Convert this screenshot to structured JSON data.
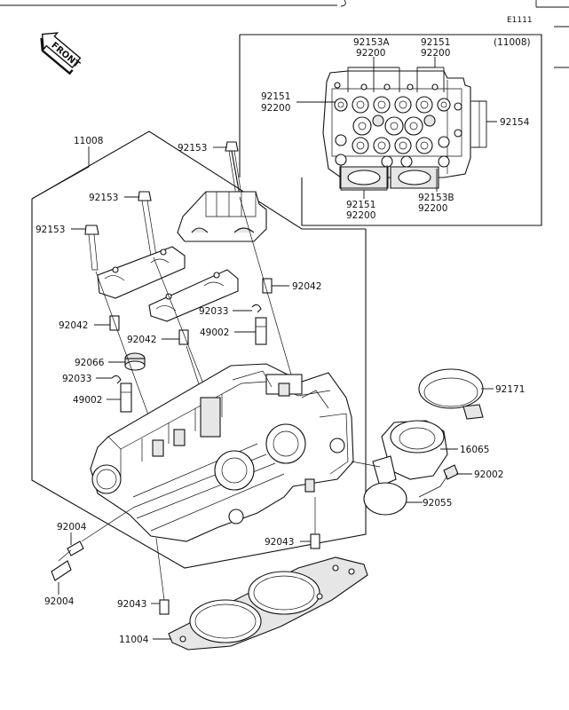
{
  "header": {
    "ref_code": "E1111",
    "front_label": "FRONT"
  },
  "inset": {
    "group_ref": "(11008)"
  },
  "labels": {
    "p92153A": "92153A",
    "p92200_a": "92200",
    "p92151_b": "92151",
    "p92200_b": "92200",
    "p92151_c": "92151",
    "p92200_c": "92200",
    "p92154": "92154",
    "p92151_d": "92151",
    "p92200_d": "92200",
    "p92153B": "92153B",
    "p92200_e": "92200",
    "p11008": "11008",
    "p92153_a": "92153",
    "p92153_b": "92153",
    "p92153_c": "92153",
    "p92042_a": "92042",
    "p92033_a": "92033",
    "p92042_b": "92042",
    "p49002_a": "49002",
    "p92042_c": "92042",
    "p92066": "92066",
    "p92033_b": "92033",
    "p49002_b": "49002",
    "p92171": "92171",
    "p16065": "16065",
    "p92002": "92002",
    "p92055": "92055",
    "p92004_a": "92004",
    "p92004_b": "92004",
    "p92043_a": "92043",
    "p92043_b": "92043",
    "p11004": "11004"
  }
}
